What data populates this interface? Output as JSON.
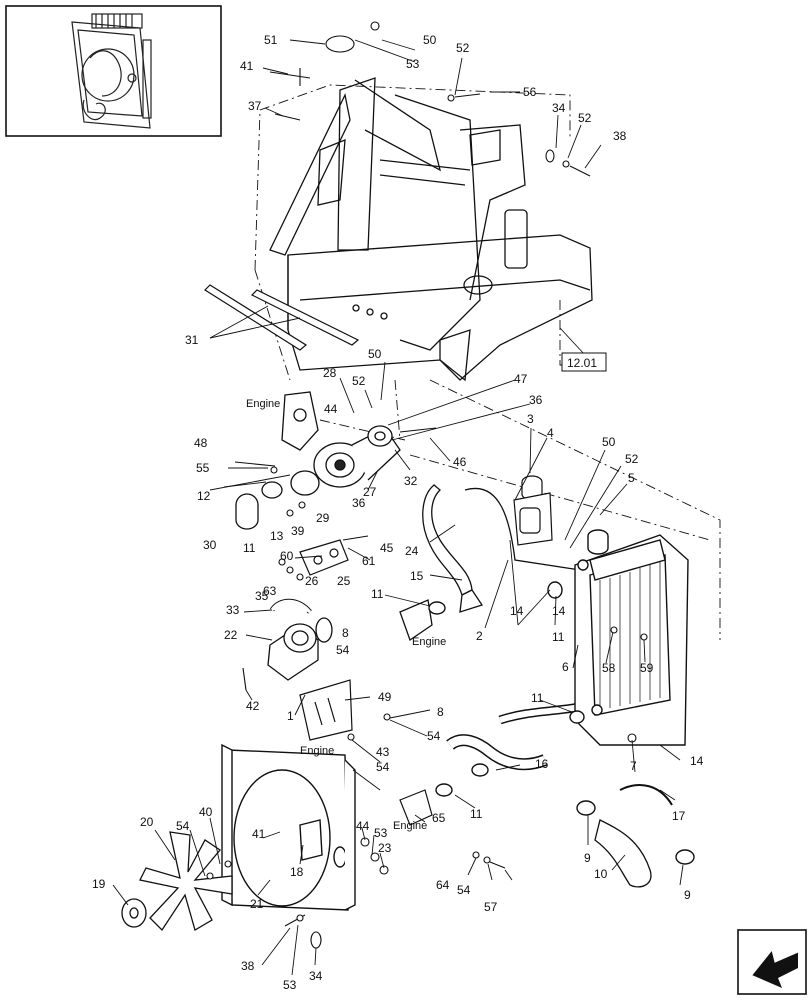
{
  "diagram": {
    "reference_box": "12.01",
    "engine_labels": [
      "Engine",
      "Engine",
      "Engine",
      "Engine"
    ],
    "callouts": [
      "51",
      "50",
      "41",
      "53",
      "52",
      "56",
      "37",
      "34",
      "52",
      "38",
      "31",
      "12.01",
      "50",
      "52",
      "28",
      "47",
      "44",
      "36",
      "3",
      "4",
      "50",
      "52",
      "48",
      "55",
      "12",
      "32",
      "46",
      "5",
      "27",
      "36",
      "30",
      "11",
      "13",
      "39",
      "29",
      "24",
      "15",
      "60",
      "61",
      "45",
      "63",
      "26",
      "25",
      "35",
      "11",
      "14",
      "14",
      "11",
      "33",
      "8",
      "22",
      "54",
      "2",
      "6",
      "58",
      "59",
      "42",
      "1",
      "49",
      "8",
      "54",
      "11",
      "43",
      "7",
      "14",
      "54",
      "16",
      "17",
      "40",
      "20",
      "54",
      "44",
      "41",
      "53",
      "65",
      "11",
      "23",
      "18",
      "9",
      "10",
      "9",
      "19",
      "21",
      "64",
      "54",
      "57",
      "38",
      "53",
      "34"
    ],
    "icons": [
      "thumbnail-radiator-icon",
      "navigation-arrow-icon"
    ]
  }
}
